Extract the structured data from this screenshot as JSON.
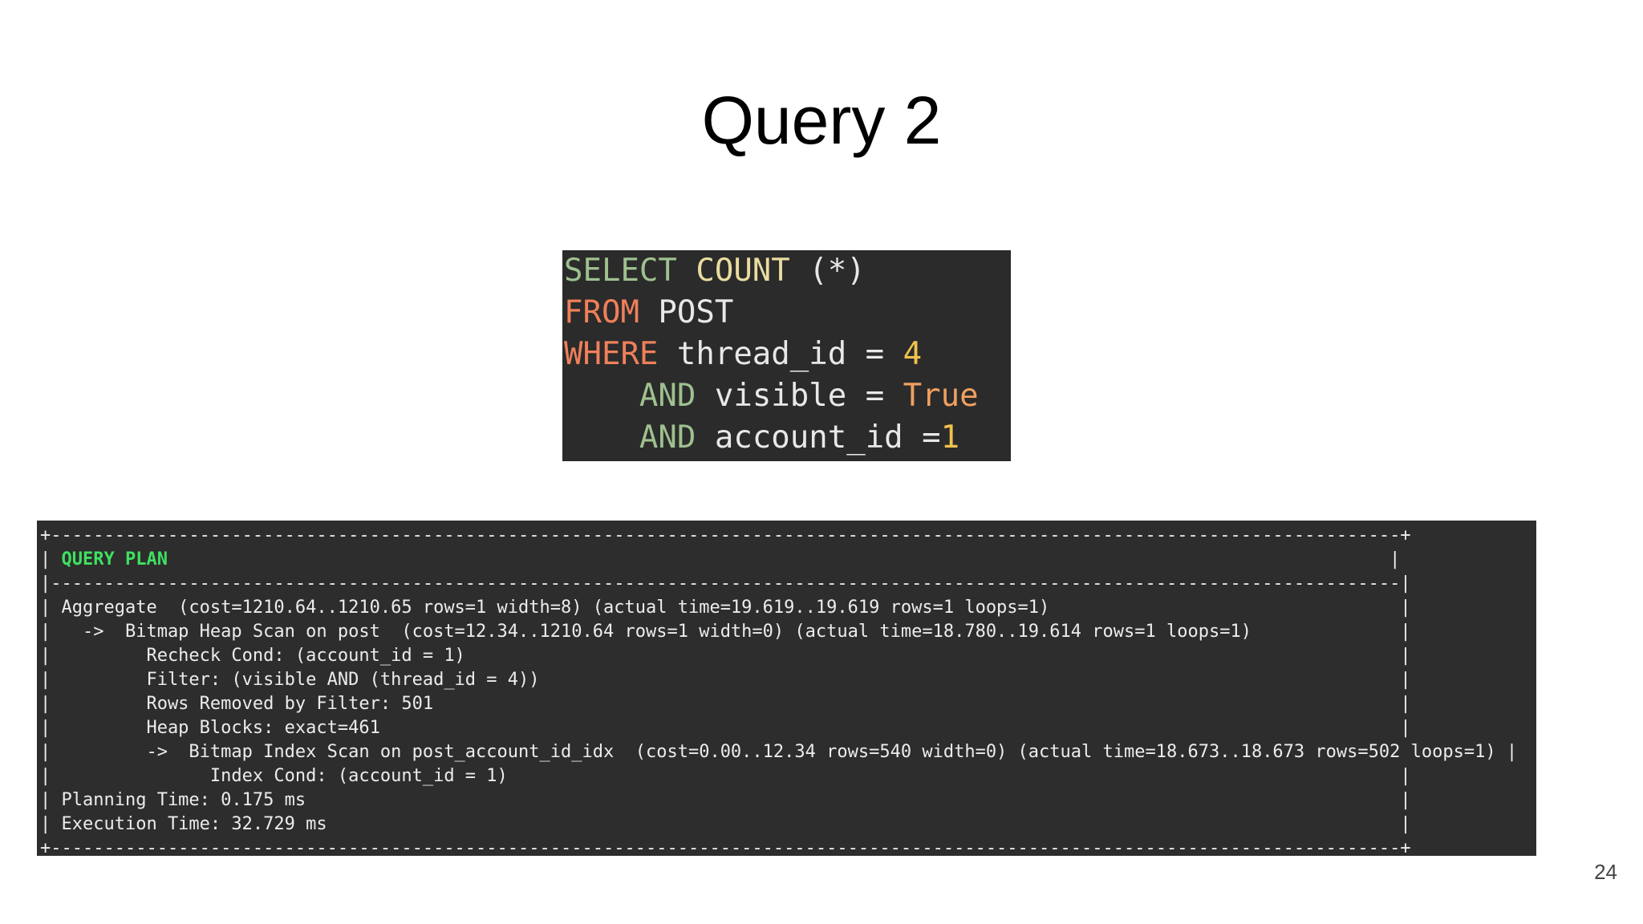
{
  "slide": {
    "title": "Query 2",
    "page_number": "24"
  },
  "sql": {
    "lines": [
      [
        {
          "text": "SELECT",
          "color": "#9fc08f"
        },
        {
          "text": " COUNT",
          "color": "#e9dca0"
        },
        {
          "text": " (*)",
          "color": "#e8e8e8"
        }
      ],
      [
        {
          "text": "FROM",
          "color": "#f0805a"
        },
        {
          "text": " POST",
          "color": "#e8e8e8"
        }
      ],
      [
        {
          "text": "WHERE",
          "color": "#f0805a"
        },
        {
          "text": " thread_id = ",
          "color": "#e8e8e8"
        },
        {
          "text": "4",
          "color": "#f2c14e"
        }
      ],
      [
        {
          "text": "    AND",
          "color": "#9fc08f"
        },
        {
          "text": " visible = ",
          "color": "#e8e8e8"
        },
        {
          "text": "True",
          "color": "#f0a060"
        }
      ],
      [
        {
          "text": "    AND",
          "color": "#9fc08f"
        },
        {
          "text": " account_id =",
          "color": "#e8e8e8"
        },
        {
          "text": "1",
          "color": "#f2c14e"
        }
      ]
    ]
  },
  "plan": {
    "border_top": "+-------------------------------------------------------------------------------------------------------------------------------+",
    "header_prefix": "| ",
    "header": "QUERY PLAN",
    "header_suffix": "                                                                                                                   |",
    "divider": "|-------------------------------------------------------------------------------------------------------------------------------|",
    "rows": [
      "| Aggregate  (cost=1210.64..1210.65 rows=1 width=8) (actual time=19.619..19.619 rows=1 loops=1)                                 |",
      "|   ->  Bitmap Heap Scan on post  (cost=12.34..1210.64 rows=1 width=0) (actual time=18.780..19.614 rows=1 loops=1)              |",
      "|         Recheck Cond: (account_id = 1)                                                                                        |",
      "|         Filter: (visible AND (thread_id = 4))                                                                                 |",
      "|         Rows Removed by Filter: 501                                                                                           |",
      "|         Heap Blocks: exact=461                                                                                                |",
      "|         ->  Bitmap Index Scan on post_account_id_idx  (cost=0.00..12.34 rows=540 width=0) (actual time=18.673..18.673 rows=502 loops=1) |",
      "|               Index Cond: (account_id = 1)                                                                                    |",
      "| Planning Time: 0.175 ms                                                                                                       |",
      "| Execution Time: 32.729 ms                                                                                                     |"
    ],
    "border_bottom": "+-------------------------------------------------------------------------------------------------------------------------------+"
  }
}
